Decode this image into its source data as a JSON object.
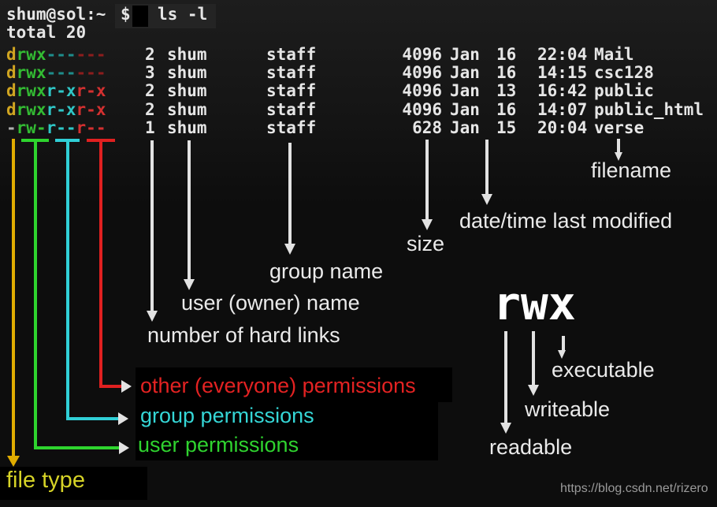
{
  "terminal": {
    "prompt": "shum@sol:~",
    "prompt_symbol": "$",
    "command": "ls -l",
    "total_line": "total 20",
    "rows": [
      {
        "ftype": "d",
        "uperm": "rwx",
        "gperm": "---",
        "operm": "---",
        "dim": true,
        "links": "2",
        "owner": "shum",
        "group": "staff",
        "size": "4096",
        "month": "Jan",
        "day": "16",
        "time": "22:04",
        "name": "Mail"
      },
      {
        "ftype": "d",
        "uperm": "rwx",
        "gperm": "---",
        "operm": "---",
        "dim": true,
        "links": "3",
        "owner": "shum",
        "group": "staff",
        "size": "4096",
        "month": "Jan",
        "day": "16",
        "time": "14:15",
        "name": "csc128"
      },
      {
        "ftype": "d",
        "uperm": "rwx",
        "gperm": "r-x",
        "operm": "r-x",
        "dim": false,
        "links": "2",
        "owner": "shum",
        "group": "staff",
        "size": "4096",
        "month": "Jan",
        "day": "13",
        "time": "16:42",
        "name": "public"
      },
      {
        "ftype": "d",
        "uperm": "rwx",
        "gperm": "r-x",
        "operm": "r-x",
        "dim": false,
        "links": "2",
        "owner": "shum",
        "group": "staff",
        "size": "4096",
        "month": "Jan",
        "day": "16",
        "time": "14:07",
        "name": "public_html"
      },
      {
        "ftype": "-",
        "uperm": "rw-",
        "gperm": "r--",
        "operm": "r--",
        "dim": false,
        "links": "1",
        "owner": "shum",
        "group": "staff",
        "size": "628",
        "month": "Jan",
        "day": "15",
        "time": "20:04",
        "name": "verse"
      }
    ]
  },
  "annotations": {
    "filename": "filename",
    "datetime": "date/time last modified",
    "size": "size",
    "group_name": "group name",
    "owner_name": "user (owner) name",
    "hard_links": "number of hard links",
    "other_perms": "other (everyone) permissions",
    "group_perms": "group permissions",
    "user_perms": "user permissions",
    "file_type": "file type"
  },
  "rwx_diagram": {
    "title": "rwx",
    "readable": "readable",
    "writeable": "writeable",
    "executable": "executable"
  },
  "watermark": "https://blog.csdn.net/rizero",
  "colors": {
    "perm_dir_gold": "#d0a521",
    "perm_user_green": "#33bb33",
    "perm_group_cyan": "#2fc7c7",
    "perm_other_red": "#d43030",
    "perm_group_cyan_dim": "#1e8c8a",
    "perm_other_red_dim": "#8c1d1d",
    "terminal_text": "#e6e6e6",
    "arrow_white": "#e2e2e2",
    "line_yellow": "#e0ac00",
    "line_green": "#2ed42e",
    "line_cyan": "#30cfd6",
    "line_red": "#e02020",
    "label_red": "#e32222",
    "label_cyan": "#35d6d6",
    "label_green": "#2fd32f",
    "label_yellow": "#d6d327",
    "watermark_gray": "#9a9a9a"
  }
}
